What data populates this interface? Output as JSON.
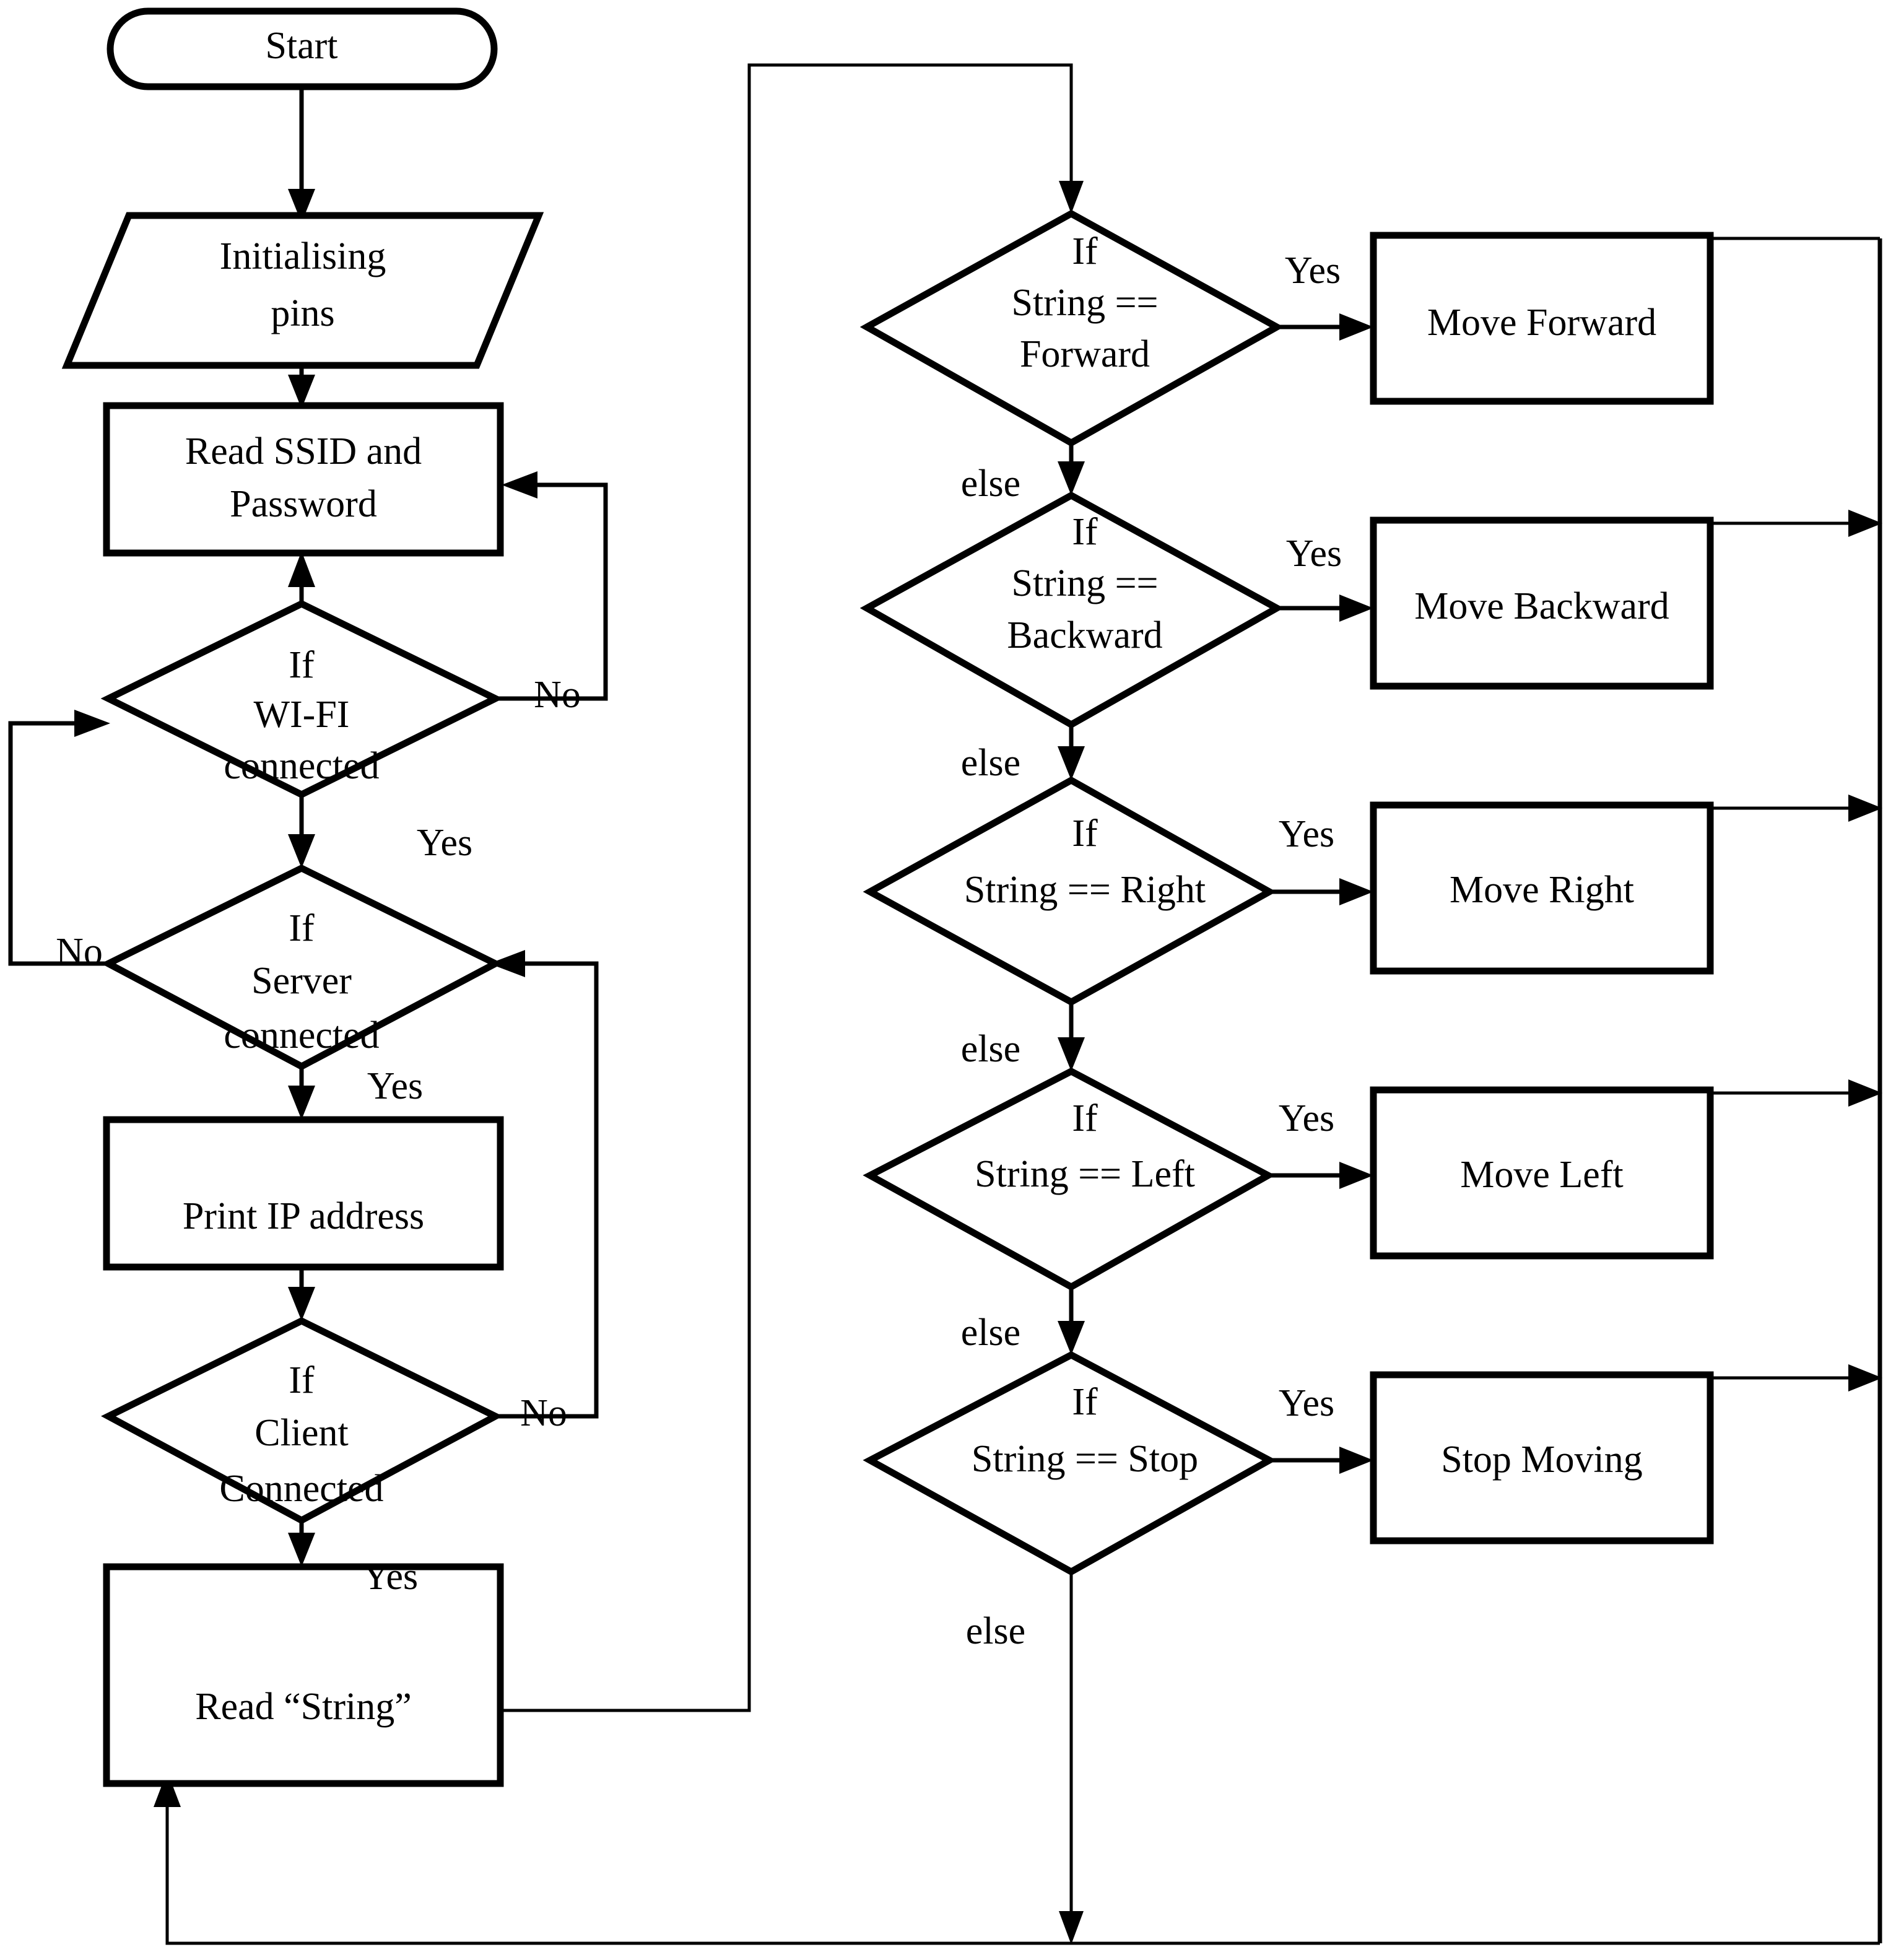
{
  "diagram": {
    "type": "flowchart",
    "title": "ESP Wi-Fi robot control flowchart",
    "background_color": "#ffffff",
    "line_color": "#000000",
    "nodes": [
      {
        "id": "start",
        "shape": "terminator",
        "label": "Start"
      },
      {
        "id": "init",
        "shape": "parallelogram",
        "label_line1": "Initialising",
        "label_line2": "pins"
      },
      {
        "id": "read_creds",
        "shape": "process",
        "label_line1": "Read SSID and",
        "label_line2": "Password"
      },
      {
        "id": "if_wifi",
        "shape": "decision",
        "label_line1": "If",
        "label_line2": "WI-FI",
        "label_line3": "connected"
      },
      {
        "id": "if_server",
        "shape": "decision",
        "label_line1": "If",
        "label_line2": "Server",
        "label_line3": "connected"
      },
      {
        "id": "print_ip",
        "shape": "process",
        "label": "Print IP address"
      },
      {
        "id": "if_client",
        "shape": "decision",
        "label_line1": "If",
        "label_line2": "Client",
        "label_line3": "Connected"
      },
      {
        "id": "read_string",
        "shape": "process",
        "label": "Read “String”"
      },
      {
        "id": "if_forward",
        "shape": "decision",
        "label_line1": "If",
        "label_line2": "String ==",
        "label_line3": "Forward"
      },
      {
        "id": "move_forward",
        "shape": "process",
        "label": "Move Forward"
      },
      {
        "id": "if_backward",
        "shape": "decision",
        "label_line1": "If",
        "label_line2": "String ==",
        "label_line3": "Backward"
      },
      {
        "id": "move_backward",
        "shape": "process",
        "label": "Move Backward"
      },
      {
        "id": "if_right",
        "shape": "decision",
        "label_line1": "If",
        "label_line2": "String == Right"
      },
      {
        "id": "move_right",
        "shape": "process",
        "label": "Move Right"
      },
      {
        "id": "if_left",
        "shape": "decision",
        "label_line1": "If",
        "label_line2": "String == Left"
      },
      {
        "id": "move_left",
        "shape": "process",
        "label": "Move Left"
      },
      {
        "id": "if_stop",
        "shape": "decision",
        "label_line1": "If",
        "label_line2": "String == Stop"
      },
      {
        "id": "stop_moving",
        "shape": "process",
        "label": "Stop Moving"
      }
    ],
    "edge_labels": {
      "wifi_no": "No",
      "wifi_yes": "Yes",
      "server_no": "No",
      "server_yes": "Yes",
      "client_no": "No",
      "client_yes": "Yes",
      "forward_yes": "Yes",
      "forward_else": "else",
      "backward_yes": "Yes",
      "backward_else": "else",
      "right_yes": "Yes",
      "right_else": "else",
      "left_yes": "Yes",
      "left_else": "else",
      "stop_yes": "Yes",
      "stop_else": "else"
    },
    "edges": [
      {
        "from": "start",
        "to": "init",
        "label": ""
      },
      {
        "from": "init",
        "to": "read_creds",
        "label": ""
      },
      {
        "from": "if_wifi",
        "to": "read_creds",
        "label": ""
      },
      {
        "from": "if_wifi",
        "to": "read_creds",
        "label": "No"
      },
      {
        "from": "if_wifi",
        "to": "if_server",
        "label": "Yes"
      },
      {
        "from": "if_server",
        "to": "if_wifi",
        "label": "No"
      },
      {
        "from": "if_server",
        "to": "print_ip",
        "label": "Yes"
      },
      {
        "from": "print_ip",
        "to": "if_client",
        "label": ""
      },
      {
        "from": "if_client",
        "to": "if_server",
        "label": "No"
      },
      {
        "from": "if_client",
        "to": "read_string",
        "label": "Yes"
      },
      {
        "from": "read_string",
        "to": "if_forward",
        "label": ""
      },
      {
        "from": "if_forward",
        "to": "move_forward",
        "label": "Yes"
      },
      {
        "from": "if_forward",
        "to": "if_backward",
        "label": "else"
      },
      {
        "from": "if_backward",
        "to": "move_backward",
        "label": "Yes"
      },
      {
        "from": "if_backward",
        "to": "if_right",
        "label": "else"
      },
      {
        "from": "if_right",
        "to": "move_right",
        "label": "Yes"
      },
      {
        "from": "if_right",
        "to": "if_left",
        "label": "else"
      },
      {
        "from": "if_left",
        "to": "move_left",
        "label": "Yes"
      },
      {
        "from": "if_left",
        "to": "if_stop",
        "label": "else"
      },
      {
        "from": "if_stop",
        "to": "stop_moving",
        "label": "Yes"
      },
      {
        "from": "if_stop",
        "to": "read_string",
        "label": "else"
      },
      {
        "from": "move_forward",
        "to": "read_string",
        "label": ""
      },
      {
        "from": "move_backward",
        "to": "read_string",
        "label": ""
      },
      {
        "from": "move_right",
        "to": "read_string",
        "label": ""
      },
      {
        "from": "move_left",
        "to": "read_string",
        "label": ""
      },
      {
        "from": "stop_moving",
        "to": "read_string",
        "label": ""
      }
    ]
  }
}
